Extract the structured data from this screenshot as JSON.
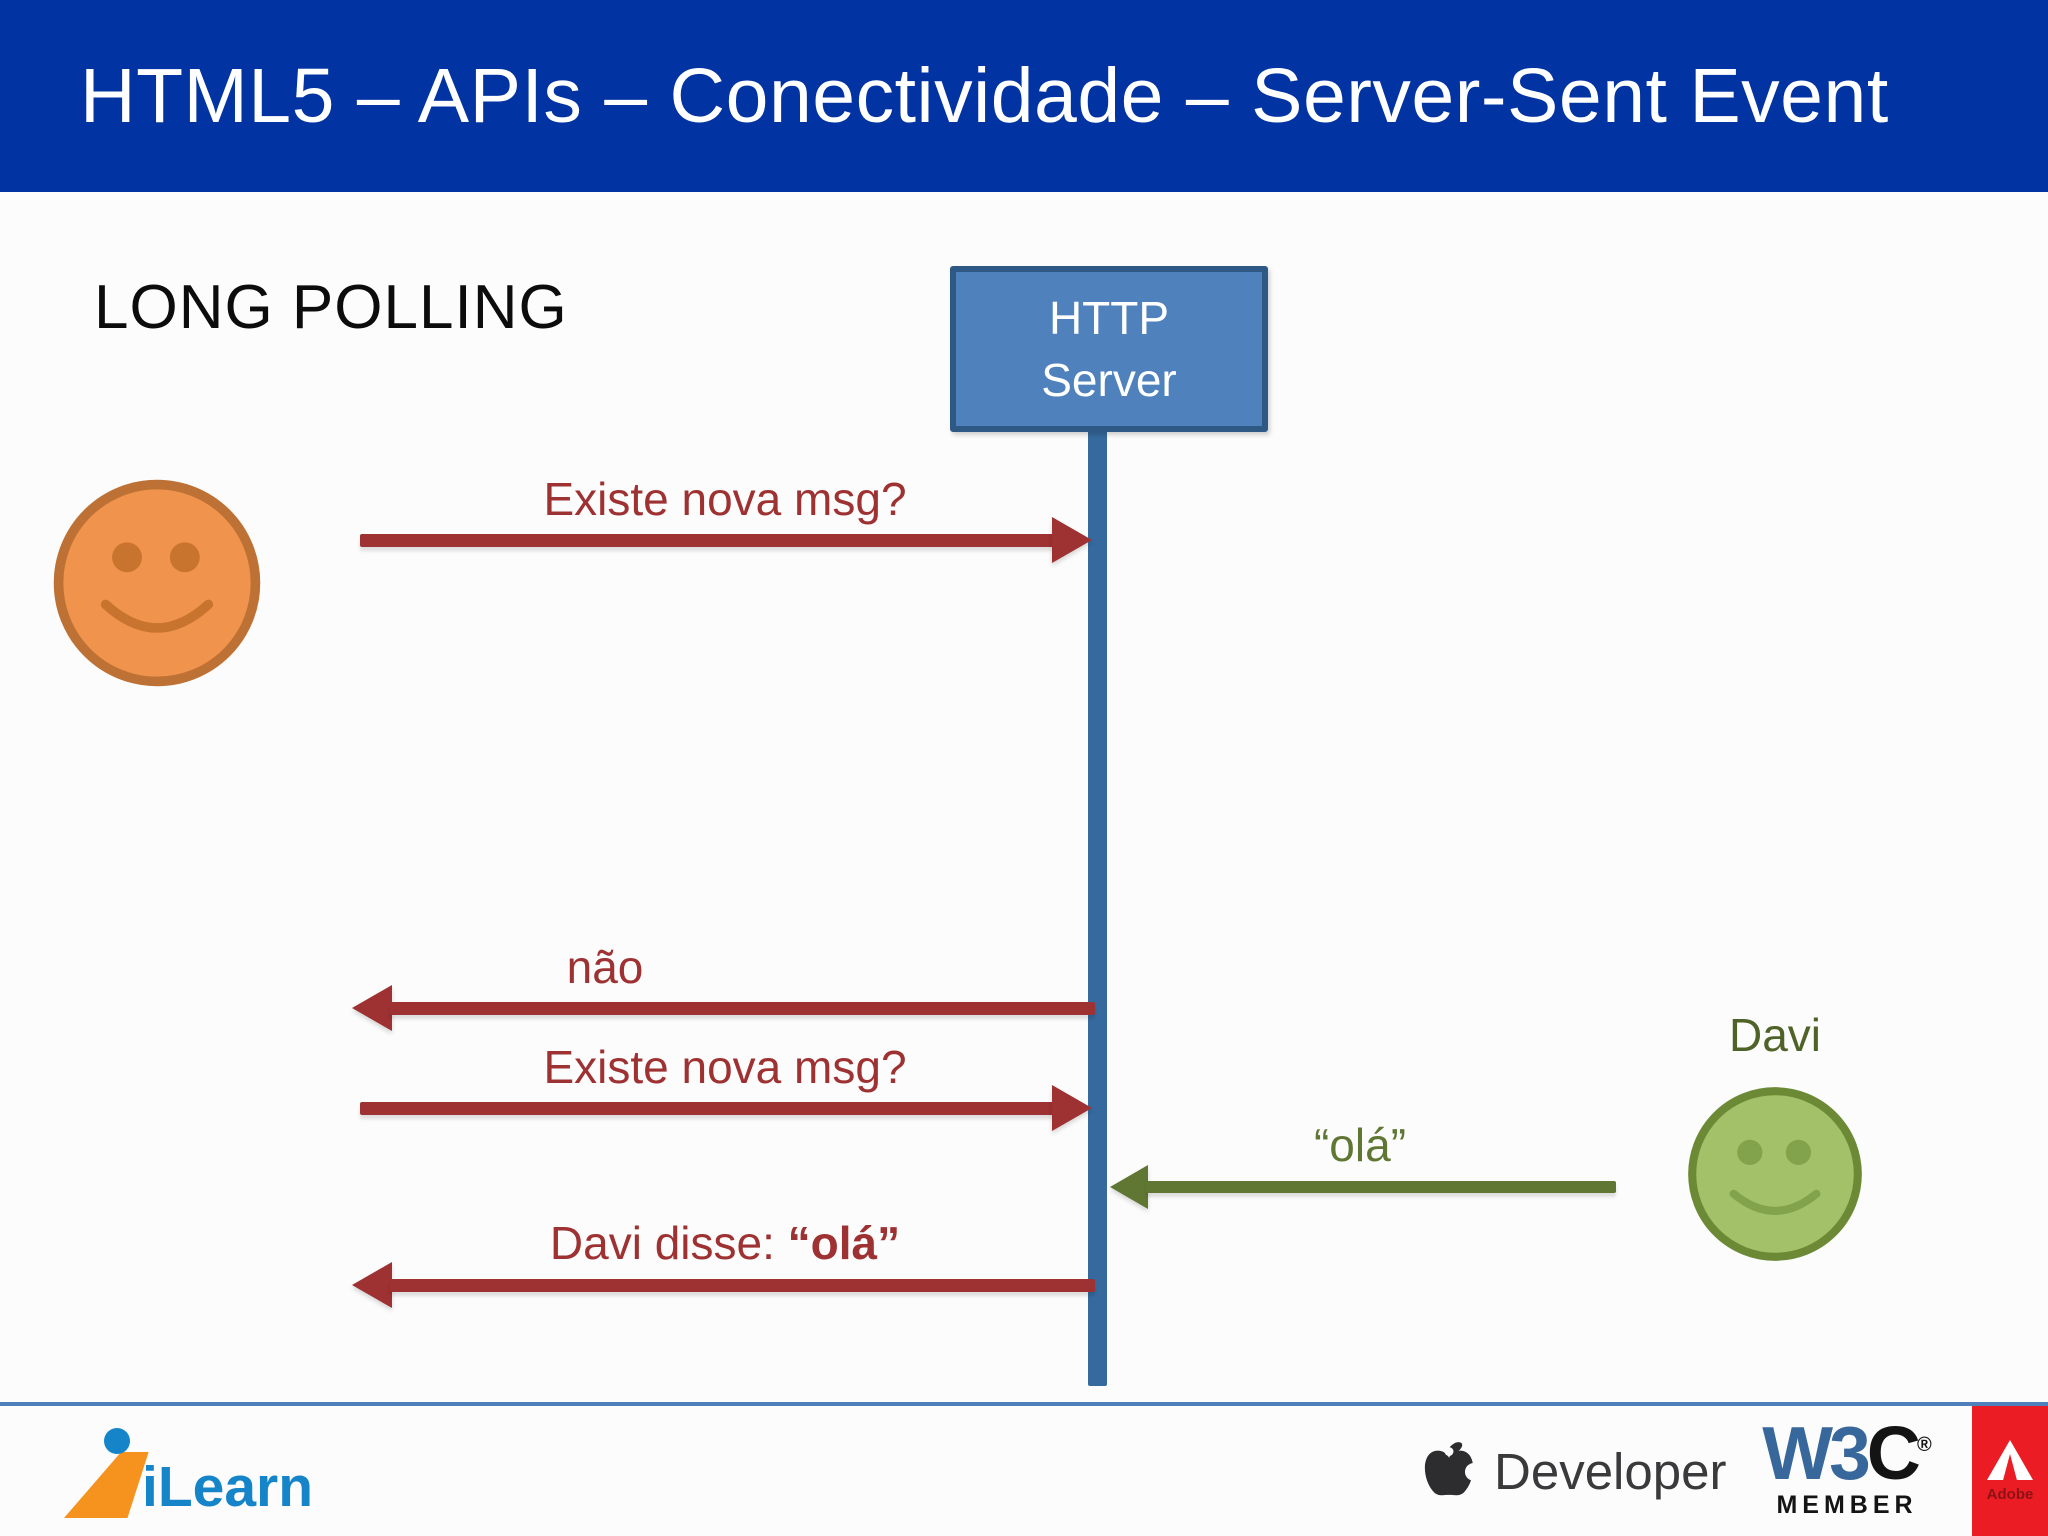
{
  "header": {
    "title": "HTML5 – APIs – Conectividade – Server-Sent Event"
  },
  "diagram": {
    "section_label": "LONG POLLING",
    "server_box": {
      "line1": "HTTP",
      "line2": "Server"
    },
    "actors": {
      "davi": {
        "name": "Davi"
      }
    },
    "messages": [
      {
        "label": "Existe nova msg?",
        "direction": "right",
        "color": "red"
      },
      {
        "label": "não",
        "direction": "left",
        "color": "red"
      },
      {
        "label": "Existe nova msg?",
        "direction": "right",
        "color": "red"
      },
      {
        "label": "“olá”",
        "direction": "left",
        "color": "green"
      },
      {
        "prefix": "Davi disse: ",
        "bold": "“olá”",
        "direction": "left",
        "color": "red"
      }
    ]
  },
  "footer": {
    "ilearn": {
      "text": "iLearn"
    },
    "apple": {
      "text": "Developer"
    },
    "w3c": {
      "w3": "W3",
      "c": "C",
      "reg": "®",
      "member": "MEMBER"
    },
    "adobe": {
      "text": "Adobe"
    }
  },
  "colors": {
    "slide-bg": "#fcfcfc",
    "header-bg": "#0233a2",
    "box-fill": "#4f81bd",
    "box-border": "#2e5984",
    "lifeline": "#366a9e",
    "arrow-red": "#9e3132",
    "arrow-green": "#5f7733",
    "davi-text": "#4f6228",
    "face-orange": "#f0944d",
    "face-orange-border": "#be7134",
    "face-orange-feature": "#c8742f",
    "face-green": "#a2c168",
    "face-green-border": "#6c8a36",
    "face-green-feature": "#82a24c",
    "ilearn-blue": "#1584c9",
    "ilearn-orange": "#f6921e",
    "divider": "#4e81bc",
    "w3c-blue": "#38689b",
    "adobe-red": "#ec1c24"
  }
}
